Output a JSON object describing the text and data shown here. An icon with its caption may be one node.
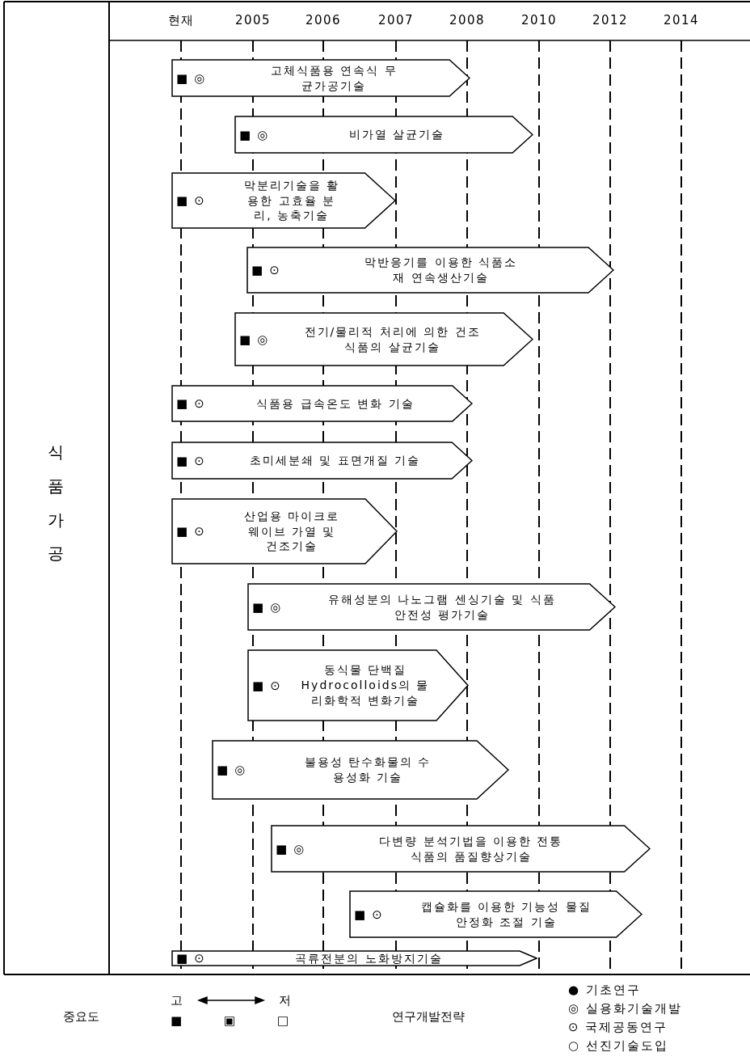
{
  "diagram": {
    "nodes": [
      {
        "text": [
          "■",
          "◎",
          "고체식품용 연속식 무균가공기술"
        ]
      },
      {
        "text": [
          "■",
          "◎",
          "비가열 살균기술"
        ]
      },
      {
        "text": [
          "■",
          "⊙",
          "막분리기술을 활용한 고효율 분리, 농축기술"
        ]
      },
      {
        "text": [
          "■",
          "⊙",
          "막반응기를 이용한 식품소재 연속생산기술"
        ]
      },
      {
        "text": [
          "■",
          "◎",
          "전기/물리적 처리에 의한 건조식품의 살균기술"
        ]
      },
      {
        "text": [
          "■",
          "⊙",
          "식품용 급속온도 변화 기술"
        ]
      },
      {
        "text": [
          "■",
          "⊙",
          "초미세분쇄 및 표면개질 기술"
        ]
      },
      {
        "text": [
          "■",
          "⊙",
          "산업용 마이크로 웨이브 가열 및 건조기술"
        ]
      },
      {
        "text": [
          "■",
          "◎",
          "유해성분의 나노그램 센싱기술 및 식품 안전성 평가기술"
        ]
      },
      {
        "text": [
          "■",
          "⊙",
          "동식물 단백질 Hydrocolloids의 물리화학적 변화기술"
        ]
      },
      {
        "text": [
          "■",
          "◎",
          "불용성 탄수화물의 수용성화 기술"
        ]
      },
      {
        "text": [
          "■",
          "◎",
          "다변량 분석기법을 이용한 전통식품의 품질향상기술"
        ]
      },
      {
        "text": [
          "■",
          "⊙",
          "캡슐화를 이용한 기능성 물질 안정화 조절 기술"
        ]
      },
      {
        "text": [
          "■",
          "⊙",
          "곡류전분의 노화방지기술"
        ]
      }
    ],
    "labels": [
      "현재",
      "2005",
      "2006",
      "2007",
      "2008",
      "2010",
      "2012",
      "2014",
      "식품가공",
      "중요도",
      "고",
      "저",
      "■",
      "▣",
      "□",
      "연구개발전략"
    ],
    "legend": [
      {
        "text": "● 기초연구"
      },
      {
        "text": "◎ 실용화기술개발"
      },
      {
        "text": "⊙ 국제공동연구"
      },
      {
        "text": "○ 선진기술도입"
      }
    ]
  }
}
